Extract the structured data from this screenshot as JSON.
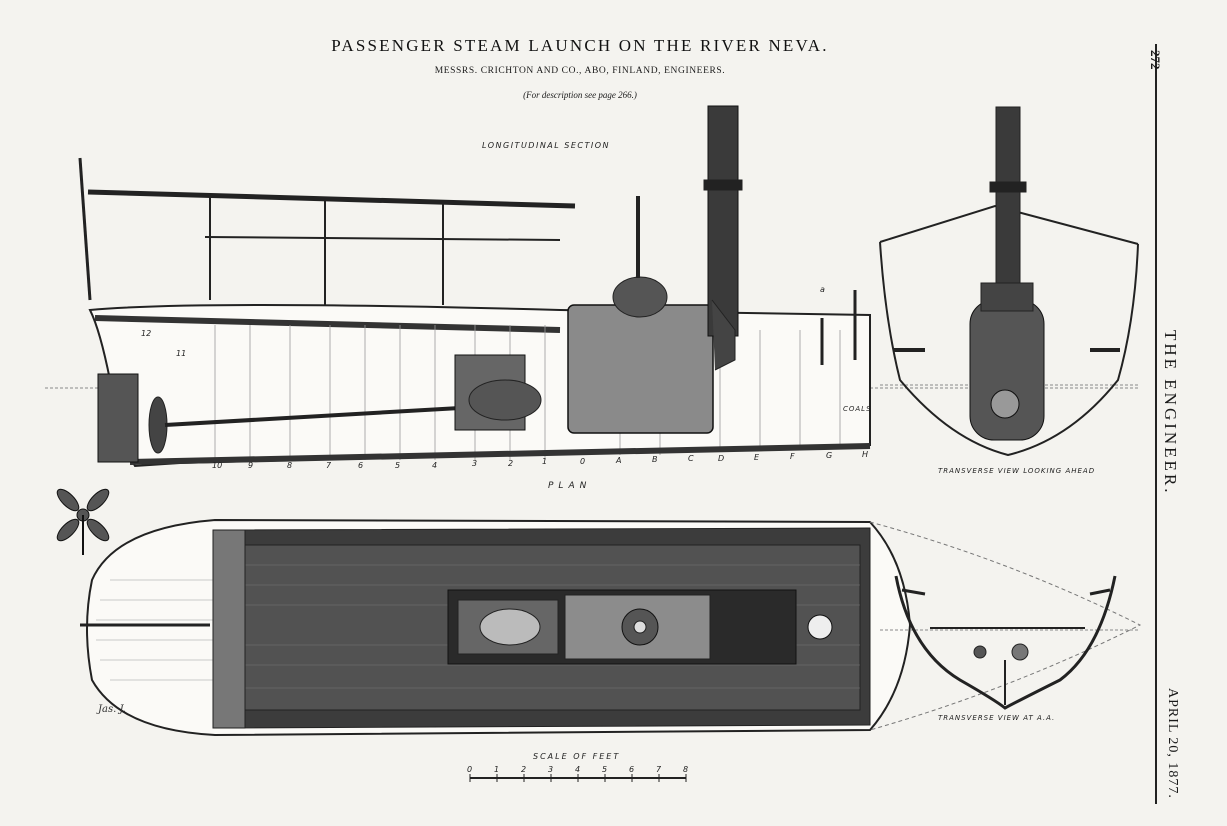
{
  "header": {
    "title": "PASSENGER STEAM LAUNCH ON THE RIVER NEVA.",
    "subtitle": "MESSRS. CRICHTON AND CO., ABO, FINLAND, ENGINEERS.",
    "note": "(For description see page 266.)"
  },
  "labels": {
    "longitudinal": "LONGITUDINAL SECTION",
    "plan": "PLAN",
    "transverse_ahead": "TRANSVERSE VIEW LOOKING AHEAD",
    "transverse_aa": "TRANSVERSE VIEW AT A.A.",
    "coals": "COALS",
    "scale_title": "SCALE OF FEET",
    "signature": "Jas. J.",
    "mark_a": "a",
    "mark_12": "12",
    "mark_11": "11"
  },
  "frame_numbers": [
    "10",
    "9",
    "8",
    "7",
    "6",
    "5",
    "4",
    "3",
    "2",
    "1",
    "0",
    "A",
    "B",
    "C",
    "D",
    "E",
    "F",
    "G",
    "H"
  ],
  "scale_ticks": [
    "0",
    "1",
    "2",
    "3",
    "4",
    "5",
    "6",
    "7",
    "8"
  ],
  "margin": {
    "page_number": "272",
    "journal": "THE ENGINEER.",
    "date": "APRIL 20, 1877."
  }
}
